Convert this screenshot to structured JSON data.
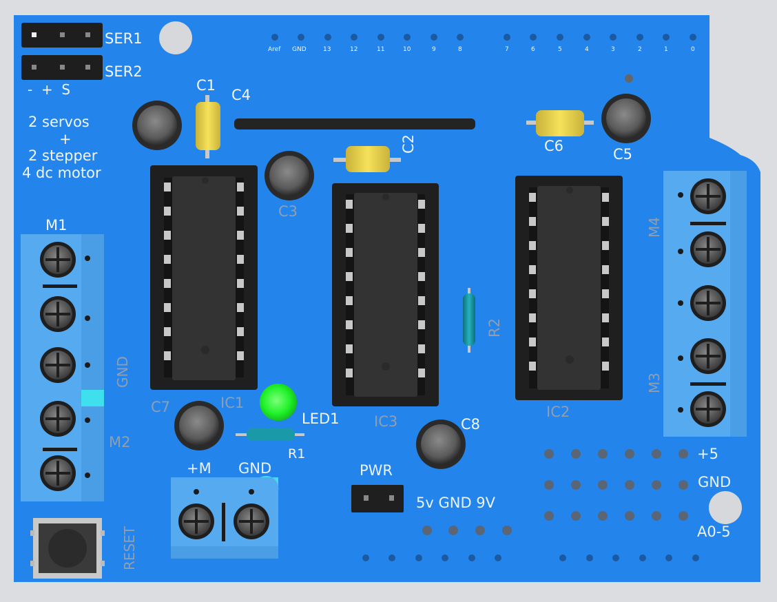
{
  "board": {
    "headers": {
      "ser1": "SER1",
      "ser2": "SER2",
      "polarity": "-  +  S"
    },
    "features": {
      "line1": "2 servos",
      "line2": "+",
      "line3": "2 stepper",
      "line4": "4 dc motor"
    },
    "top_pins": [
      "Aref",
      "GND",
      "13",
      "12",
      "11",
      "10",
      "9",
      "8",
      "7",
      "6",
      "5",
      "4",
      "3",
      "2",
      "1",
      "0"
    ],
    "components": {
      "c1": "C1",
      "c2": "C2",
      "c3": "C3",
      "c4": "C4",
      "c5": "C5",
      "c6": "C6",
      "c7": "C7",
      "c8": "C8",
      "ic1": "IC1",
      "ic2": "IC2",
      "ic3": "IC3",
      "led1": "LED1",
      "r1": "R1",
      "r2": "R2"
    },
    "motors": {
      "m1": "M1",
      "m2": "M2",
      "m3": "M3",
      "m4": "M4",
      "gnd": "GND"
    },
    "power": {
      "plus_m": "+M",
      "gnd": "GND",
      "pwr": "PWR",
      "jumper_opts": "5v GND 9V"
    },
    "analog": {
      "plus5": "+5",
      "gnd": "GND",
      "a05": "A0-5"
    },
    "reset": "RESET"
  },
  "colors": {
    "pcb": "#2385ec",
    "terminal": "#55aaf0",
    "chip": "#2b2b2b",
    "led": "#1ff528",
    "capacitor": "#f0d84a",
    "resistor": "#1a9aa8"
  }
}
